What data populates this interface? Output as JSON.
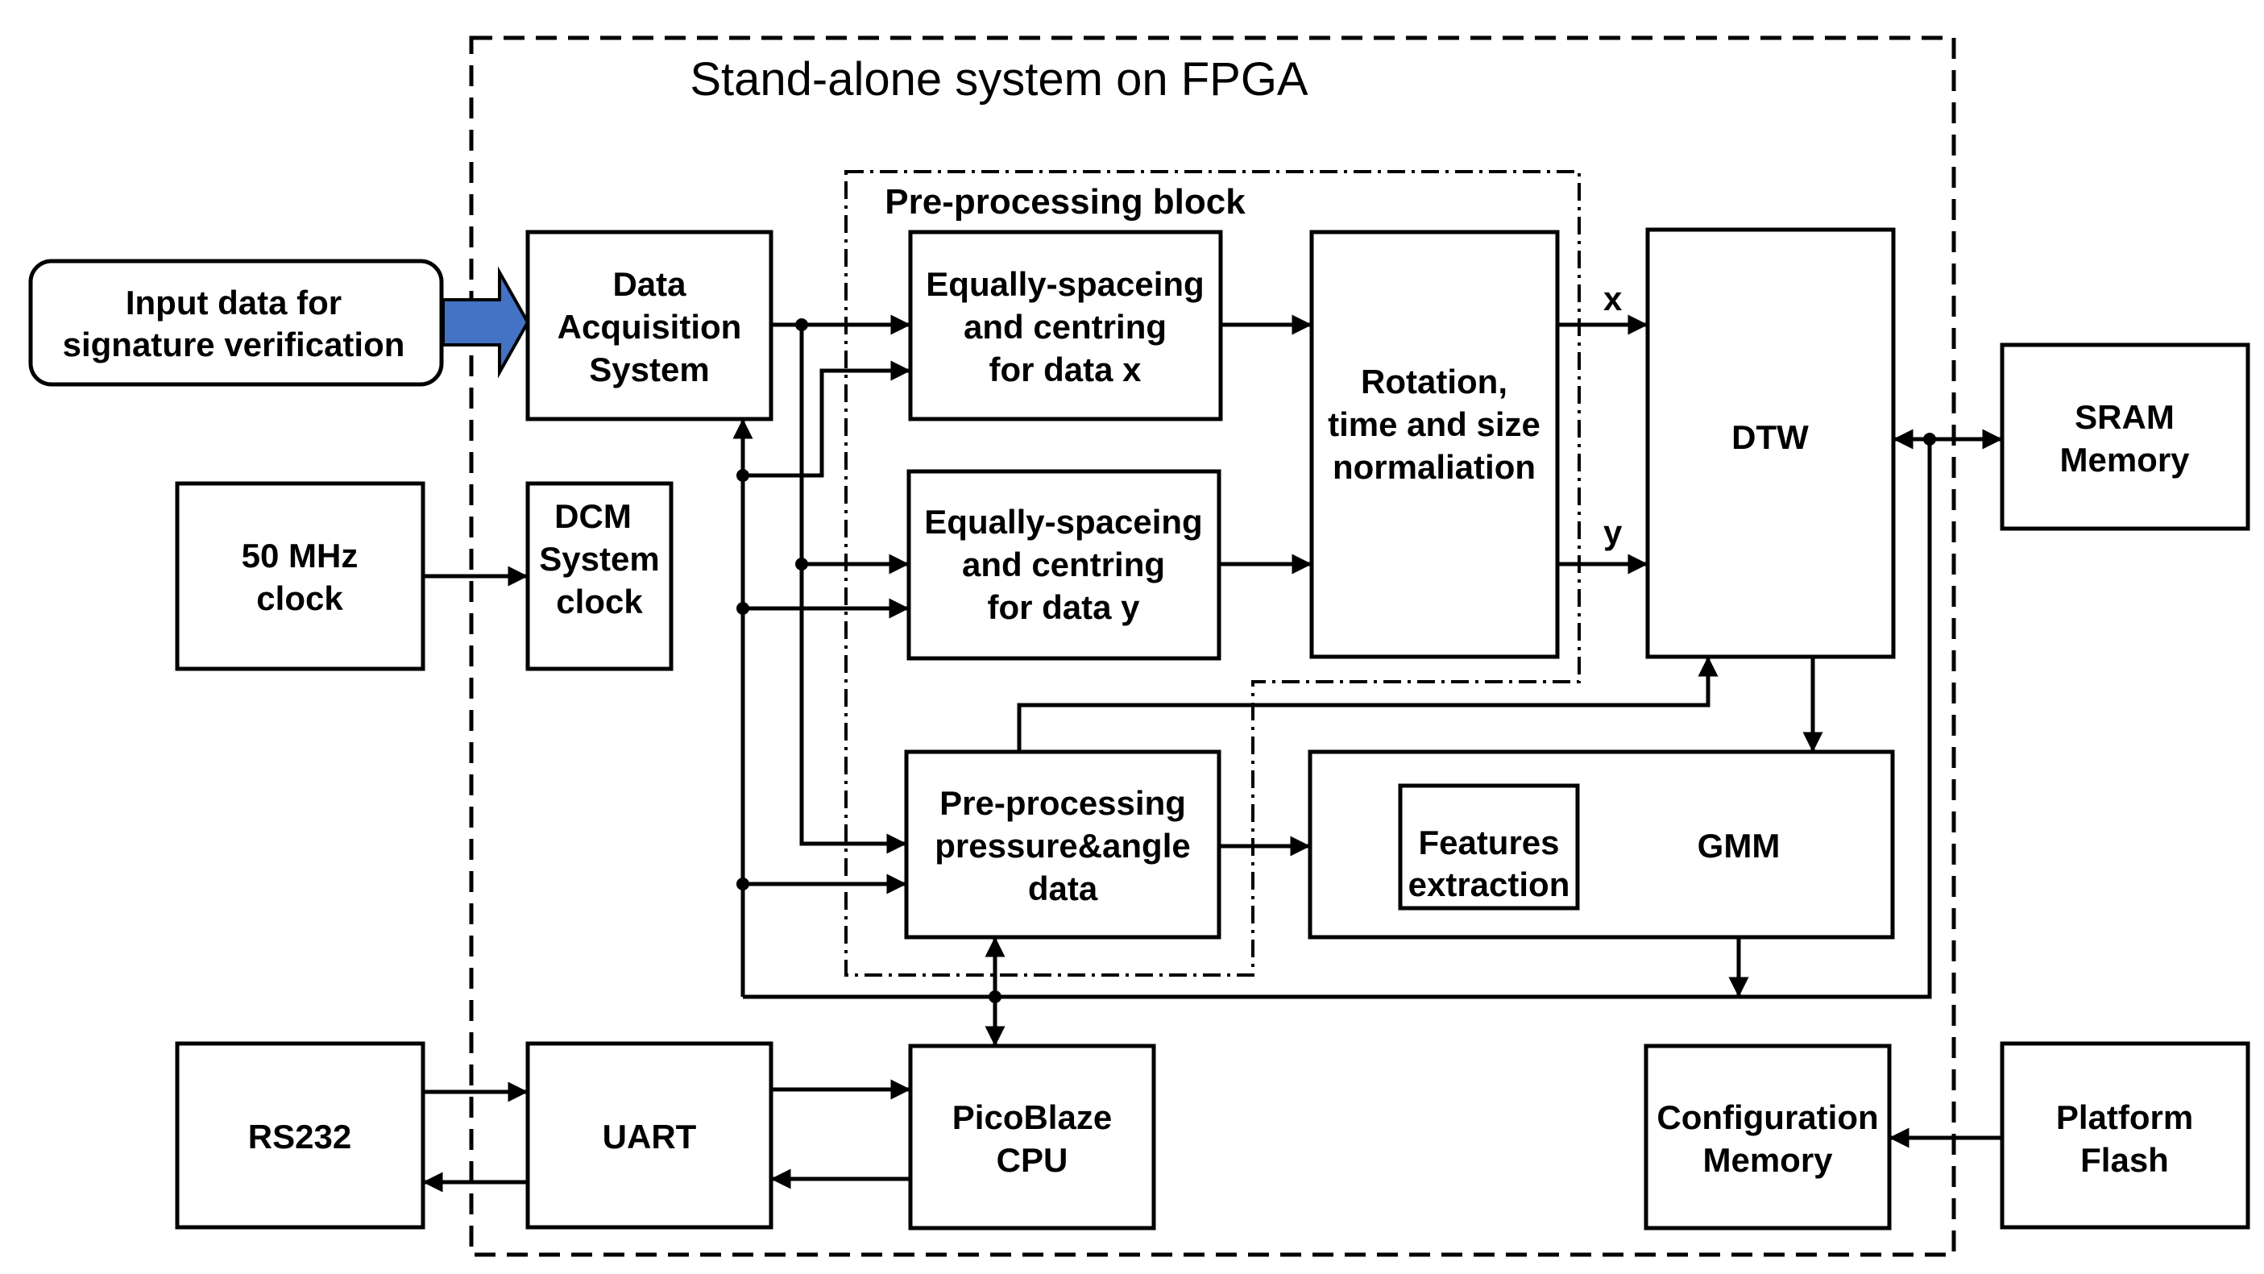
{
  "fpga_title": "Stand-alone system on FPGA",
  "preproc_title": "Pre-processing block",
  "blocks": {
    "input": [
      "Input data for",
      "signature verification"
    ],
    "daq": [
      "Data",
      "Acquisition",
      "System"
    ],
    "eqx": [
      "Equally-spaceing",
      "and centring",
      "for data x"
    ],
    "eqy": [
      "Equally-spaceing",
      "and centring",
      "for data y"
    ],
    "rot": [
      "Rotation,",
      "time and size",
      "normaliation"
    ],
    "dtw": [
      "DTW"
    ],
    "sram": [
      "SRAM",
      "Memory"
    ],
    "clk50": [
      "50 MHz",
      "clock"
    ],
    "dcm": [
      "DCM",
      "System",
      "clock"
    ],
    "prepa": [
      "Pre-processing",
      "pressure&angle",
      "data"
    ],
    "gmm": [
      "GMM"
    ],
    "feat": [
      "Features",
      "extraction"
    ],
    "rs232": [
      "RS232"
    ],
    "uart": [
      "UART"
    ],
    "pico": [
      "PicoBlaze",
      "CPU"
    ],
    "config": [
      "Configuration",
      "Memory"
    ],
    "flash": [
      "Platform",
      "Flash"
    ]
  },
  "signals": {
    "x": "x",
    "y": "y"
  },
  "colors": {
    "input_arrow": "#4472C4"
  }
}
